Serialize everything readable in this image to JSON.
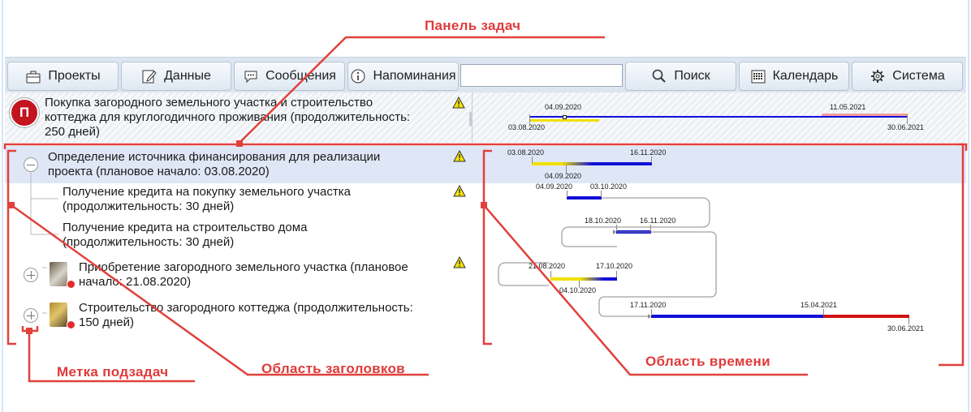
{
  "callouts": {
    "task_panel": "Панель задач",
    "headers_area": "Область заголовков",
    "time_area": "Область времени",
    "subtask_mark": "Метка подзадач"
  },
  "toolbar": {
    "projects": "Проекты",
    "data": "Данные",
    "messages": "Сообщения",
    "reminders": "Напоминания",
    "search_value": "",
    "search": "Поиск",
    "calendar": "Календарь",
    "system": "Система"
  },
  "project": {
    "badge": "П",
    "title_line1": "Покупка загородного земельного участка и строительство",
    "title_line2": "коттеджа для круглогодичного проживания (продолжительность:",
    "title_line3": "250 дней)",
    "dates": {
      "start": "03.08.2020",
      "progress": "04.09.2020",
      "deadline": "11.05.2021",
      "end": "30.06.2021"
    }
  },
  "tasks": [
    {
      "line1": "Определение источника финансирования для реализации",
      "line2": "проекта (плановое начало: 03.08.2020)",
      "dates": {
        "start": "03.08.2020",
        "end": "16.11.2020",
        "progress": "04.09.2020"
      }
    },
    {
      "line1": "Получение кредита на покупку земельного участка",
      "line2": "(продолжительность: 30 дней)",
      "dates": {
        "start": "04.09.2020",
        "end": "03.10.2020"
      }
    },
    {
      "line1": "Получение кредита на строительство дома",
      "line2": "(продолжительность: 30 дней)",
      "dates": {
        "start": "18.10.2020",
        "end": "16.11.2020"
      }
    },
    {
      "line1": "Приобретение загородного земельного участка (плановое",
      "line2": "начало: 21.08.2020)",
      "dates": {
        "start": "21.08.2020",
        "end": "17.10.2020",
        "progress": "04.10.2020"
      }
    },
    {
      "line1": "Строительство загородного коттеджа (продолжительность:",
      "line2": "150 дней)",
      "dates": {
        "start": "17.11.2020",
        "mid": "15.04.2021",
        "end": "30.06.2021"
      }
    }
  ],
  "colors": {
    "callout": "#e03a3a",
    "plan_bar": "#0000e0",
    "progress_bar": "#f0e000",
    "overdue_bar": "#d01010",
    "badge": "#c2151e"
  }
}
